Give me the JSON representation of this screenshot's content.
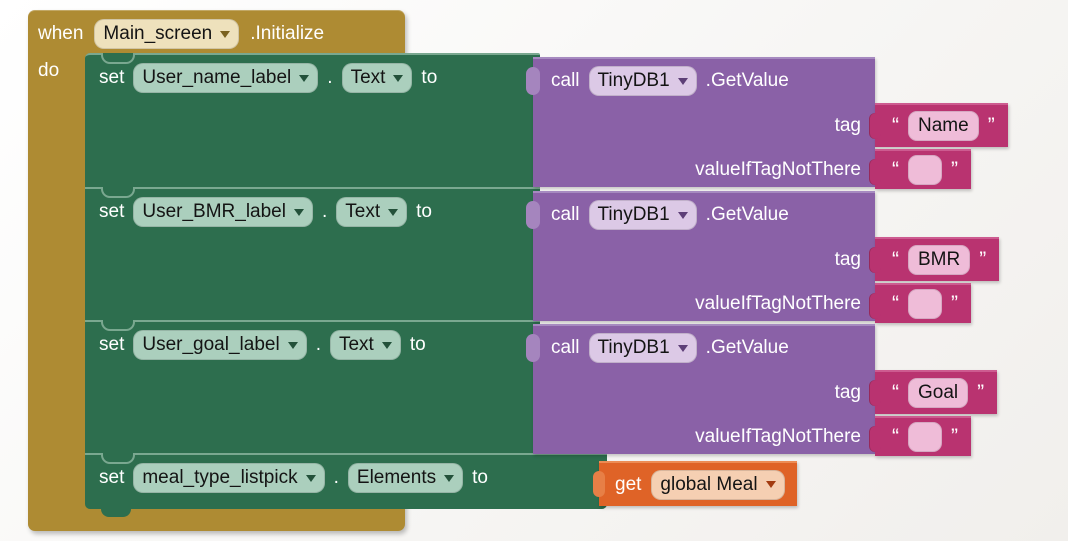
{
  "colors": {
    "event_block": "#ae8b33",
    "setter_block": "#2d6e4e",
    "call_block": "#8a61a7",
    "text_block": "#b93370",
    "get_block": "#df6327",
    "string_field": "#efbcd8"
  },
  "event_block": {
    "keyword": "when",
    "component": "Main_screen",
    "event": ".Initialize",
    "do_label": "do"
  },
  "statements": [
    {
      "keyword": "set",
      "component": "User_name_label",
      "dot": ".",
      "property": "Text",
      "connector": "to",
      "value": {
        "keyword": "call",
        "component": "TinyDB1",
        "method": ".GetValue",
        "params": [
          {
            "name": "tag",
            "open_quote": "“",
            "text": "Name",
            "close_quote": "”"
          },
          {
            "name": "valueIfTagNotThere",
            "open_quote": "“",
            "text": "",
            "close_quote": "”"
          }
        ]
      }
    },
    {
      "keyword": "set",
      "component": "User_BMR_label",
      "dot": ".",
      "property": "Text",
      "connector": "to",
      "value": {
        "keyword": "call",
        "component": "TinyDB1",
        "method": ".GetValue",
        "params": [
          {
            "name": "tag",
            "open_quote": "“",
            "text": "BMR",
            "close_quote": "”"
          },
          {
            "name": "valueIfTagNotThere",
            "open_quote": "“",
            "text": "",
            "close_quote": "”"
          }
        ]
      }
    },
    {
      "keyword": "set",
      "component": "User_goal_label",
      "dot": ".",
      "property": "Text",
      "connector": "to",
      "value": {
        "keyword": "call",
        "component": "TinyDB1",
        "method": ".GetValue",
        "params": [
          {
            "name": "tag",
            "open_quote": "“",
            "text": "Goal",
            "close_quote": "”"
          },
          {
            "name": "valueIfTagNotThere",
            "open_quote": "“",
            "text": "",
            "close_quote": "”"
          }
        ]
      }
    },
    {
      "keyword": "set",
      "component": "meal_type_listpick",
      "dot": ".",
      "property": "Elements",
      "connector": "to",
      "value": {
        "keyword": "get",
        "variable": "global Meal"
      }
    }
  ]
}
